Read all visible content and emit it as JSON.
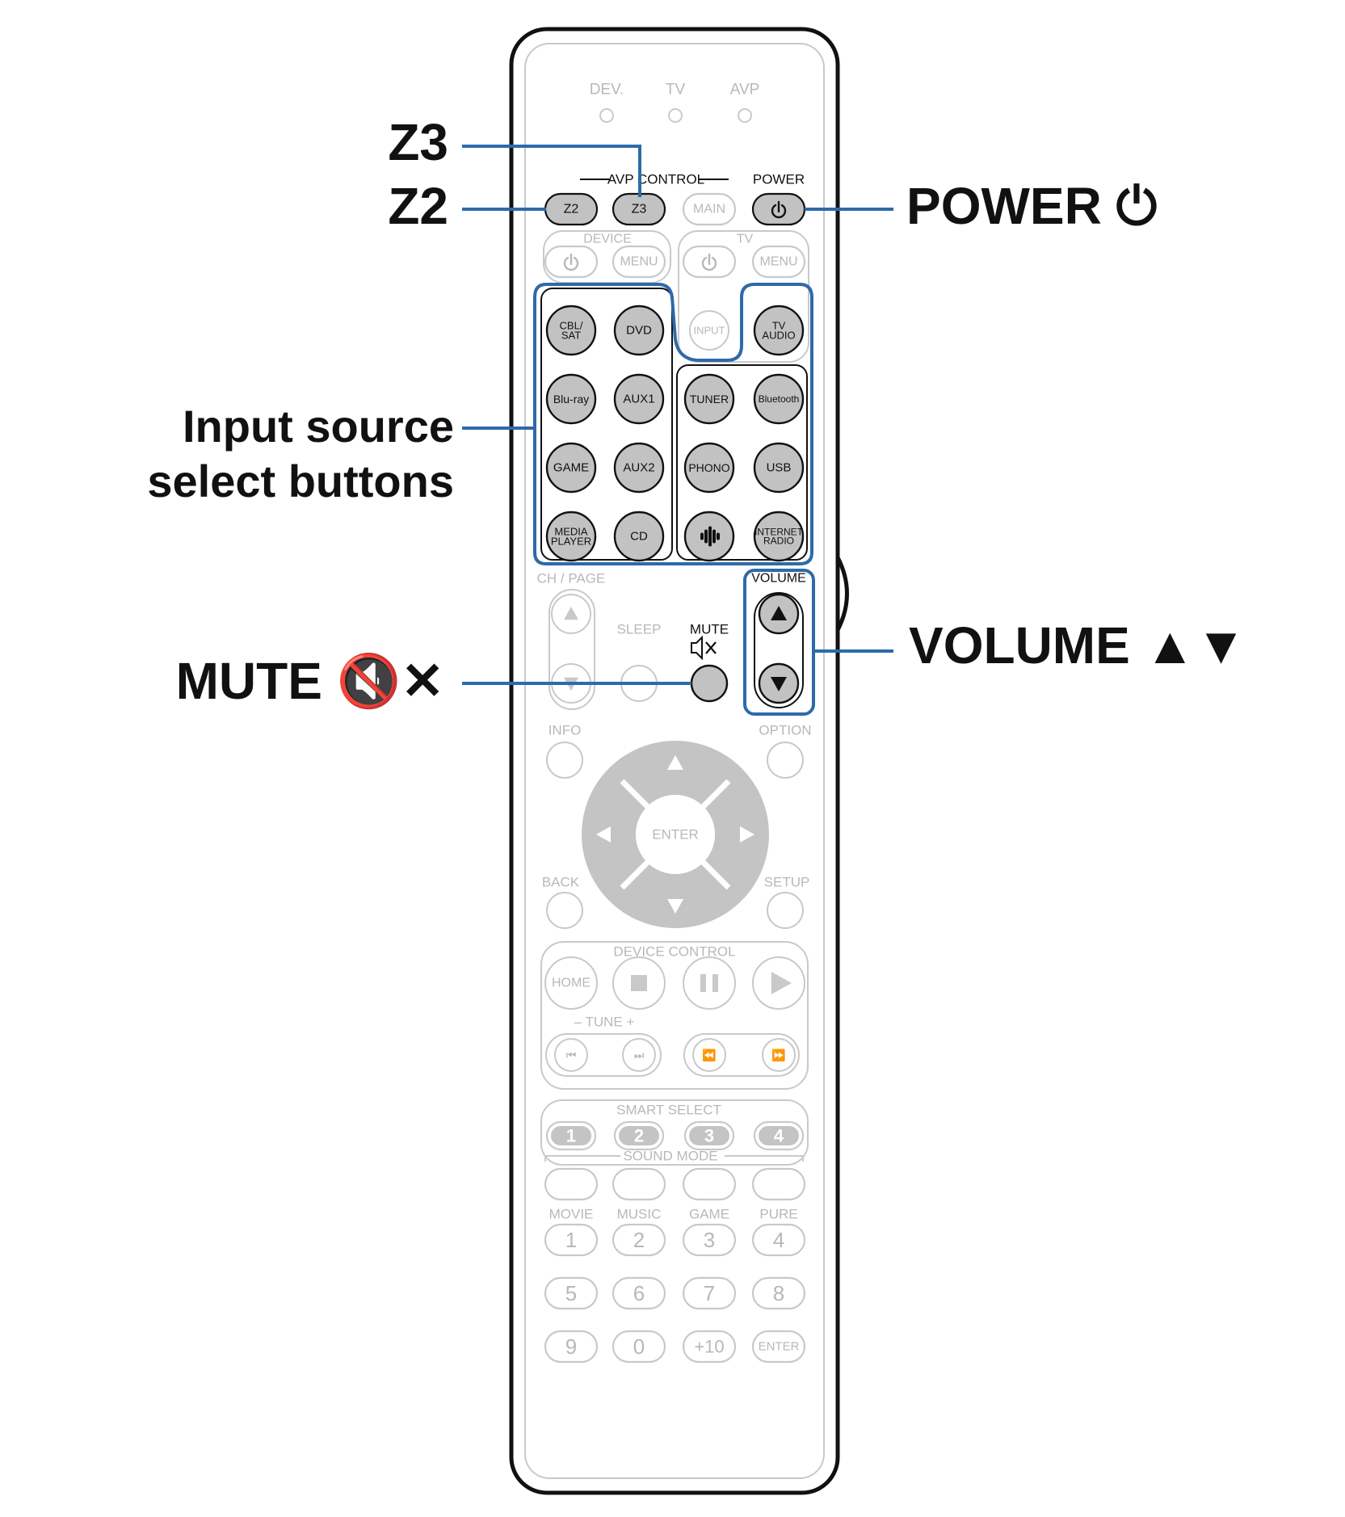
{
  "colors": {
    "accent": "#2e6aa8",
    "highlight_fill": "#c2c2c2",
    "faded_stroke": "#c9c9c9",
    "faded_text": "#b8b8b8",
    "dpad_fill": "#c4c4c4"
  },
  "callouts": {
    "z3": "Z3",
    "z2": "Z2",
    "power": "POWER ⏻",
    "input_source_line1": "Input source",
    "input_source_line2": "select buttons",
    "volume": "VOLUME ▲▼",
    "mute": "MUTE 🔇✕"
  },
  "remote": {
    "indicators": [
      "DEV.",
      "TV",
      "AVP"
    ],
    "avp_control_label": "AVP CONTROL",
    "power_label": "POWER",
    "avp_buttons": [
      "Z2",
      "Z3",
      "MAIN"
    ],
    "device_label": "DEVICE",
    "tv_label": "TV",
    "menu_label": "MENU",
    "input_label": "INPUT",
    "sources_left": [
      [
        "CBL/\nSAT",
        "DVD"
      ],
      [
        "Blu-ray",
        "AUX1"
      ],
      [
        "GAME",
        "AUX2"
      ],
      [
        "MEDIA\nPLAYER",
        "CD"
      ]
    ],
    "sources_right": [
      [
        "TUNER",
        "Bluetooth"
      ],
      [
        "PHONO",
        "USB"
      ],
      [
        "heos-icon",
        "INTERNET\nRADIO"
      ]
    ],
    "tv_audio": "TV\nAUDIO",
    "ch_page_label": "CH / PAGE",
    "sleep_label": "SLEEP",
    "mute_label": "MUTE",
    "volume_label": "VOLUME",
    "info_label": "INFO",
    "option_label": "OPTION",
    "enter_label": "ENTER",
    "back_label": "BACK",
    "setup_label": "SETUP",
    "device_control_label": "DEVICE CONTROL",
    "home_label": "HOME",
    "tune_label": "TUNE",
    "smart_select_label": "SMART SELECT",
    "smart_select_buttons": [
      "1",
      "2",
      "3",
      "4"
    ],
    "sound_mode_label": "SOUND MODE",
    "sound_modes": [
      "MOVIE",
      "MUSIC",
      "GAME",
      "PURE"
    ],
    "sound_mode_numbers": [
      "1",
      "2",
      "3",
      "4"
    ],
    "number_rows": [
      [
        "5",
        "6",
        "7",
        "8"
      ],
      [
        "9",
        "0",
        "+10",
        "ENTER"
      ]
    ]
  }
}
